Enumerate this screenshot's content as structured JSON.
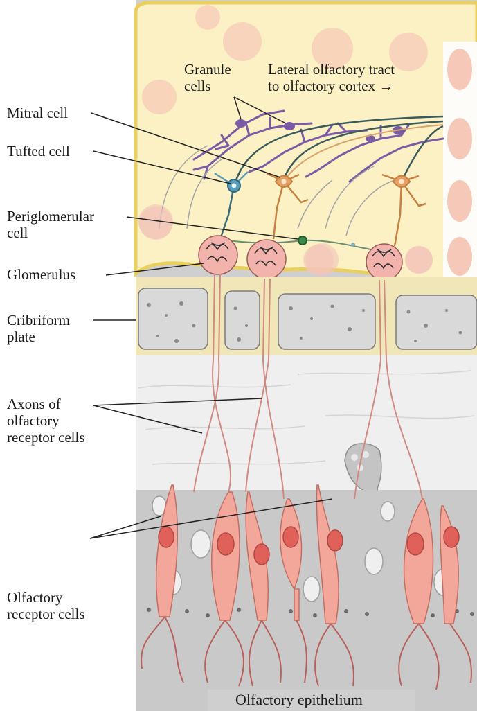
{
  "labels": {
    "granule_cells": [
      "Granule",
      "cells"
    ],
    "lateral_tract": [
      "Lateral olfactory tract",
      "to olfactory cortex →"
    ],
    "mitral_cell": "Mitral cell",
    "tufted_cell": "Tufted cell",
    "periglomerular_cell": [
      "Periglomerular",
      "cell"
    ],
    "glomerulus": "Glomerulus",
    "cribriform_plate": [
      "Cribriform",
      "plate"
    ],
    "axons": [
      "Axons of",
      "olfactory",
      "receptor cells"
    ],
    "receptor_cells": [
      "Olfactory",
      "receptor cells"
    ],
    "epithelium": "Olfactory epithelium"
  },
  "colors": {
    "bulb_fill": "#fbf1c4",
    "bulb_outline": "#e9cf5e",
    "bone": "#d2d2d2",
    "bone_dark": "#9a9a9a",
    "tract_white": "#fdfcf8",
    "lamina": "#efefef",
    "epithelium": "#c9c9c9",
    "receptor_cell": "#f3a79a",
    "receptor_nucleus": "#e0615a",
    "granule_cell": "#7b5aa6",
    "mitral_cell": "#e5a165",
    "tufted_cell": "#5a9bb8",
    "periglomerular_cell": "#3d8a4a",
    "glomerulus": "#f2b3ad",
    "leader_line": "#222222"
  }
}
